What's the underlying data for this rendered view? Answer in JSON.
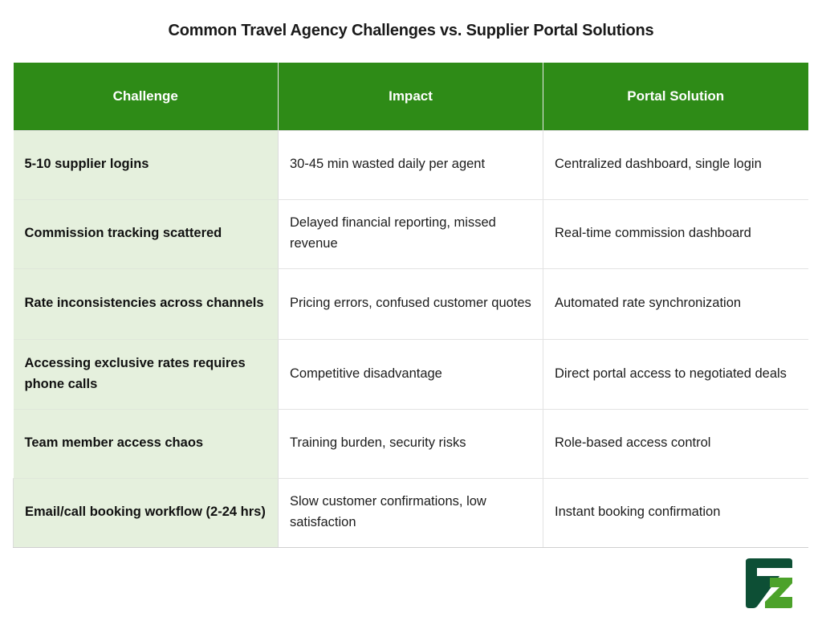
{
  "title": "Common Travel Agency Challenges vs. Supplier Portal Solutions",
  "colors": {
    "header_green": "#2E8B17",
    "row_light_green": "#E5F0DD",
    "background": "#FFFFFF",
    "logo_dark_green": "#0D4F35",
    "logo_light_green": "#4CA22A",
    "text": "#1C1C1C",
    "header_text": "#FFFFFF"
  },
  "table": {
    "columns": [
      "Challenge",
      "Impact",
      "Portal Solution"
    ],
    "rows": [
      {
        "challenge": "5-10 supplier logins",
        "impact": "30-45 min wasted daily per agent",
        "solution": "Centralized dashboard, single login"
      },
      {
        "challenge": "Commission tracking scattered",
        "impact": "Delayed financial reporting, missed revenue",
        "solution": "Real-time commission dashboard"
      },
      {
        "challenge": "Rate inconsistencies across channels",
        "impact": "Pricing errors, confused customer quotes",
        "solution": "Automated rate synchronization"
      },
      {
        "challenge": "Accessing exclusive rates requires phone calls",
        "impact": "Competitive disadvantage",
        "solution": "Direct portal access to negotiated deals"
      },
      {
        "challenge": "Team member access chaos",
        "impact": "Training burden, security risks",
        "solution": "Role-based access control"
      },
      {
        "challenge": "Email/call booking workflow (2-24 hrs)",
        "impact": "Slow customer confirmations, low satisfaction",
        "solution": "Instant booking confirmation"
      }
    ]
  },
  "chart_data": {
    "type": "table",
    "title": "Common Travel Agency Challenges vs. Supplier Portal Solutions",
    "columns": [
      "Challenge",
      "Impact",
      "Portal Solution"
    ],
    "rows": [
      [
        "5-10 supplier logins",
        "30-45 min wasted daily per agent",
        "Centralized dashboard, single login"
      ],
      [
        "Commission tracking scattered",
        "Delayed financial reporting, missed revenue",
        "Real-time commission dashboard"
      ],
      [
        "Rate inconsistencies across channels",
        "Pricing errors, confused customer quotes",
        "Automated rate synchronization"
      ],
      [
        "Accessing exclusive rates requires phone calls",
        "Competitive disadvantage",
        "Direct portal access to negotiated deals"
      ],
      [
        "Team member access chaos",
        "Training burden, security risks",
        "Role-based access control"
      ],
      [
        "Email/call booking workflow (2-24 hrs)",
        "Slow customer confirmations, low satisfaction",
        "Instant booking confirmation"
      ]
    ],
    "legend": [],
    "xlabel": "",
    "ylabel": ""
  },
  "logo": {
    "name": "fz-logo"
  }
}
